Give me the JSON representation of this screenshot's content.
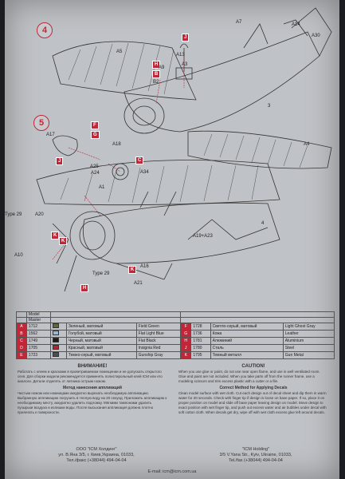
{
  "steps": [
    {
      "label": "4"
    },
    {
      "label": "5"
    }
  ],
  "callouts": [
    "J",
    "F",
    "G",
    "C",
    "H",
    "K",
    "J",
    "K",
    "H",
    "K",
    "B"
  ],
  "parts": [
    "A7",
    "A14",
    "A30",
    "A5",
    "A9",
    "B2",
    "A13",
    "A3",
    "A17",
    "A18",
    "A24",
    "A25",
    "A34",
    "A1",
    "A4",
    "A20",
    "A10",
    "A16",
    "A21",
    "A19+A23",
    "Type 29",
    "Type 29",
    "3",
    "4"
  ],
  "legend": {
    "header_model": "Model",
    "header_master": "Master",
    "rows_left": [
      {
        "code": "A",
        "num": "1712",
        "ru": "Зеленый, матовый",
        "en": "Field Green",
        "color": "#5c6b3a"
      },
      {
        "code": "B",
        "num": "1562",
        "ru": "Голубой, матовый",
        "en": "Flat Light Blue",
        "color": "#9bb7cf"
      },
      {
        "code": "C",
        "num": "1749",
        "ru": "Черный, матовый",
        "en": "Flat Black",
        "color": "#1b1b1b"
      },
      {
        "code": "D",
        "num": "1705",
        "ru": "Красный, матовый",
        "en": "Insignia Red",
        "color": "#b3262c"
      },
      {
        "code": "E",
        "num": "1723",
        "ru": "Темно-серый, матовый",
        "en": "Gunship Gray",
        "color": "#4b4e52"
      }
    ],
    "rows_right": [
      {
        "code": "F",
        "num": "1728",
        "ru": "Светло-серый, матовый",
        "en": "Light Ghost Gray",
        "color": "#b9bcbf"
      },
      {
        "code": "G",
        "num": "1736",
        "ru": "Кожа",
        "en": "Leather",
        "color": "#7a4a2a"
      },
      {
        "code": "H",
        "num": "1781",
        "ru": "Алюминий",
        "en": "Aluminium",
        "color": "#a9acae"
      },
      {
        "code": "J",
        "num": "1780",
        "ru": "Сталь",
        "en": "Steel",
        "color": "#7d8185"
      },
      {
        "code": "K",
        "num": "1795",
        "ru": "Темный металл",
        "en": "Gun Metal",
        "color": "#4a4c50"
      }
    ]
  },
  "notes": {
    "ru_title": "ВНИМАНИЕ!",
    "ru_text": "Работать с клеем и красками в проветриваемом помещении и не допускать открытого огня. Для сборки модели рекомендуется применять полистирольный клей ICM или его аналоги. Детали отделять от литника острым ножом.",
    "ru_decal_title": "Метод нанесения аппликаций",
    "ru_decal_text": "Чистым ножом или ножницами аккуратно вырезать необходимую аппликацию. Выбранную аппликацию погрузить в теплую воду на 20 секунд. Приложить аппликацию к необходимому месту, аккуратно удалить подложку. Мягкими тампонами удалить пузырьки воздуха и излишки воды. После высыхания аппликация должна плотно прилегать к поверхности.",
    "en_title": "CAUTION!",
    "en_text": "When you use glue or paint, do not use near open flame, and use in well ventilated room. Glue and paint are not included. When you take parts off from the runner frame, use a modeling scissors and trim excess plastic with a cutter or a file.",
    "en_decal_title": "Correct Method for Applying Decals",
    "en_decal_text": "Clean model surface with wet cloth. Cut each design out of decal sheet and dip them in warm water for 20 seconds. Check with finger tip if design is loose on base paper. If so, place it on proper position on model and slide off base paper leaving design on model. Move design to exact position with wet finger tip, and push out excess water and air bubbles under decal with soft cotton cloth. When decals get dry, wipe off with wet cloth excess glue left around decals."
  },
  "footer": {
    "ru_company": "ООО \"ICM Холдинг\"",
    "ru_address": "ул. В.Яна 3/5, г. Киев,Украина, 01033,",
    "ru_phone": "Тел./факс (+38044) 494-04-04",
    "en_company": "\"ICM Holding\"",
    "en_address": "3/5 V.Yana Str., Kyiv, Ukraine, 01033,",
    "en_phone": "Tel./fax (+38044) 494-04-04",
    "email": "E-mail: icm@icm.com.ua"
  }
}
